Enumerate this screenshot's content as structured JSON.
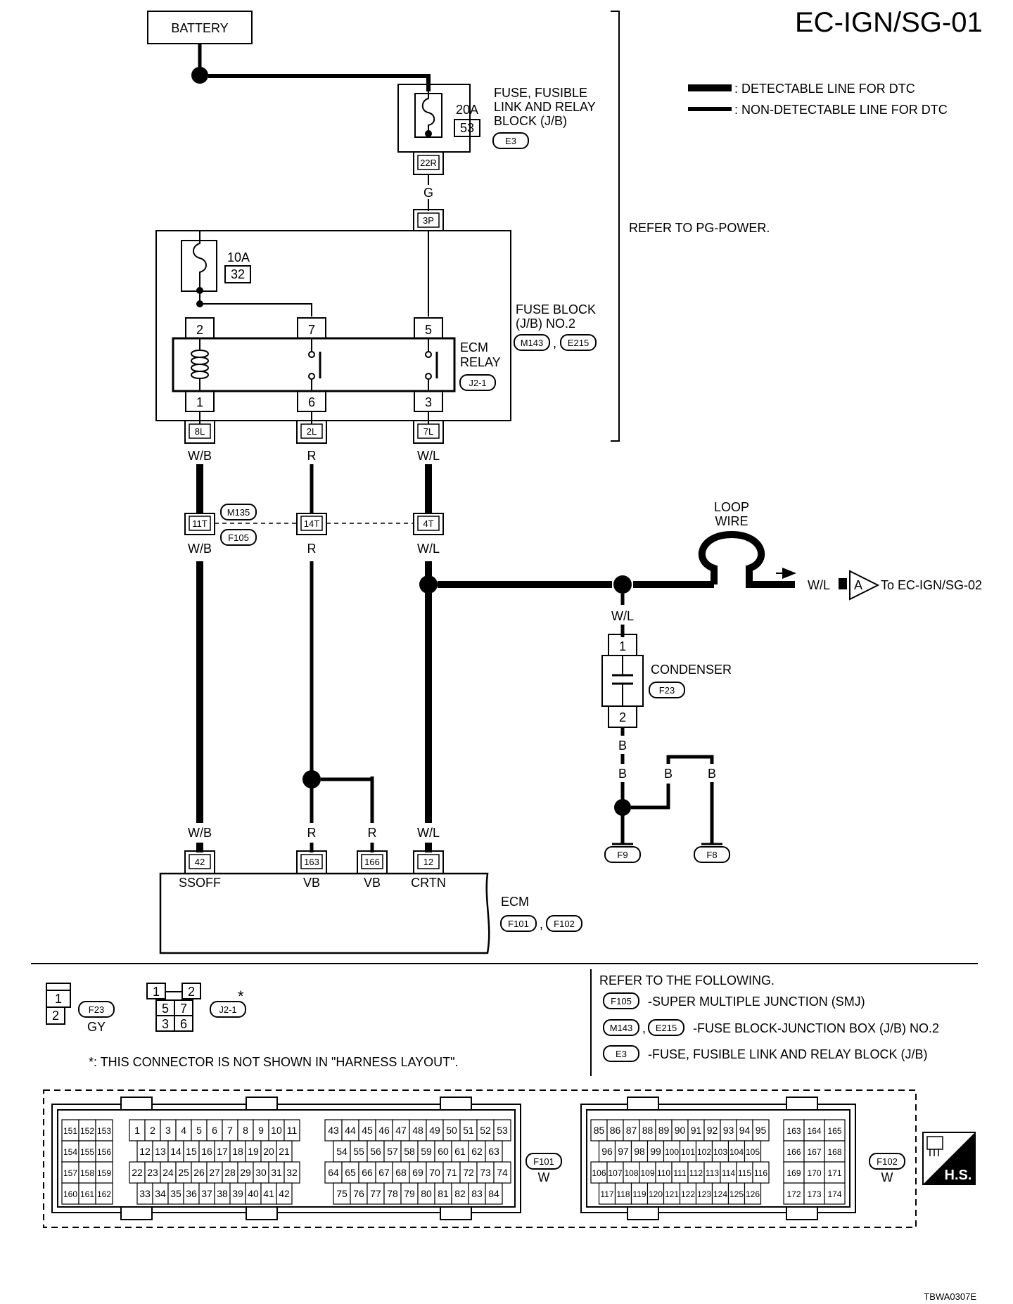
{
  "title": "EC-IGN/SG-01",
  "legend": {
    "detectable": ": DETECTABLE LINE FOR DTC",
    "non_detectable": ": NON-DETECTABLE LINE FOR DTC"
  },
  "battery": "BATTERY",
  "refer_pg": "REFER TO PG-POWER.",
  "fuse_link_block": {
    "lines": [
      "FUSE, FUSIBLE",
      "LINK AND RELAY",
      "BLOCK (J/B)"
    ],
    "connector": "E3",
    "fuse_rating": "20A",
    "fuse_no": "53",
    "terminal": "22R"
  },
  "wire_g": "G",
  "fuse_block2": {
    "lines": [
      "FUSE BLOCK",
      "(J/B) NO.2"
    ],
    "conn1": "M143",
    "conn2": "E215",
    "terminal_top": "3P",
    "fuse_rating": "10A",
    "fuse_no": "32"
  },
  "ecm_relay": {
    "lines": [
      "ECM",
      "RELAY"
    ],
    "connector": "J2-1",
    "pins_top": [
      "2",
      "7",
      "5"
    ],
    "pins_bottom": [
      "1",
      "6",
      "3"
    ]
  },
  "fb_terminals": [
    "8L",
    "2L",
    "7L"
  ],
  "wires_upper": [
    "W/B",
    "R",
    "W/L"
  ],
  "smj": {
    "pins": [
      "11T",
      "14T",
      "4T"
    ],
    "conn1": "M135",
    "conn2": "F105"
  },
  "wires_mid": [
    "W/B",
    "R",
    "W/L"
  ],
  "loop_wire": [
    "LOOP",
    "WIRE"
  ],
  "to_next": {
    "wire": "W/L",
    "connector_letter": "A",
    "label": "To EC-IGN/SG-02"
  },
  "condenser": {
    "label": "CONDENSER",
    "connector": "F23",
    "wire_top": "W/L",
    "pin_top": "1",
    "pin_bottom": "2"
  },
  "ground_wires": [
    "B",
    "B",
    "B",
    "B"
  ],
  "grounds": [
    "F9",
    "F8"
  ],
  "wires_ecm": [
    "W/B",
    "R",
    "R",
    "W/L"
  ],
  "ecm": {
    "label": "ECM",
    "conn1": "F101",
    "conn2": "F102",
    "pins": [
      "42",
      "163",
      "166",
      "12"
    ],
    "pin_names": [
      "SSOFF",
      "VB",
      "VB",
      "CRTN"
    ]
  },
  "connector_views": {
    "f23": {
      "name": "F23",
      "color": "GY",
      "pins": [
        "1",
        "2"
      ]
    },
    "j21": {
      "name": "J2-1",
      "pins": [
        "1",
        "2",
        "5",
        "7",
        "3",
        "6"
      ],
      "star": "*"
    },
    "note": "*: THIS CONNECTOR IS NOT SHOWN IN \"HARNESS LAYOUT\"."
  },
  "refer_following": {
    "heading": "REFER TO THE FOLLOWING.",
    "items": [
      {
        "conns": [
          "F105"
        ],
        "text": "-SUPER MULTIPLE JUNCTION (SMJ)"
      },
      {
        "conns": [
          "M143",
          "E215"
        ],
        "text": "-FUSE BLOCK-JUNCTION BOX (J/B) NO.2"
      },
      {
        "conns": [
          "E3"
        ],
        "text": "-FUSE, FUSIBLE LINK AND RELAY BLOCK (J/B)"
      }
    ]
  },
  "ecm_connectors": {
    "f101": {
      "name": "F101",
      "color": "W",
      "left_rows": [
        [
          "151",
          "152",
          "153"
        ],
        [
          "154",
          "155",
          "156"
        ],
        [
          "157",
          "158",
          "159"
        ],
        [
          "160",
          "161",
          "162"
        ]
      ],
      "mid_rows": [
        [
          "1",
          "2",
          "3",
          "4",
          "5",
          "6",
          "7",
          "8",
          "9",
          "10",
          "11"
        ],
        [
          "12",
          "13",
          "14",
          "15",
          "16",
          "17",
          "18",
          "19",
          "20",
          "21"
        ],
        [
          "22",
          "23",
          "24",
          "25",
          "26",
          "27",
          "28",
          "29",
          "30",
          "31",
          "32"
        ],
        [
          "33",
          "34",
          "35",
          "36",
          "37",
          "38",
          "39",
          "40",
          "41",
          "42"
        ]
      ],
      "right_rows": [
        [
          "43",
          "44",
          "45",
          "46",
          "47",
          "48",
          "49",
          "50",
          "51",
          "52",
          "53"
        ],
        [
          "54",
          "55",
          "56",
          "57",
          "58",
          "59",
          "60",
          "61",
          "62",
          "63"
        ],
        [
          "64",
          "65",
          "66",
          "67",
          "68",
          "69",
          "70",
          "71",
          "72",
          "73",
          "74"
        ],
        [
          "75",
          "76",
          "77",
          "78",
          "79",
          "80",
          "81",
          "82",
          "83",
          "84"
        ]
      ]
    },
    "f102": {
      "name": "F102",
      "color": "W",
      "left_rows": [
        [
          "85",
          "86",
          "87",
          "88",
          "89",
          "90",
          "91",
          "92",
          "93",
          "94",
          "95"
        ],
        [
          "96",
          "97",
          "98",
          "99",
          "100",
          "101",
          "102",
          "103",
          "104",
          "105"
        ],
        [
          "106",
          "107",
          "108",
          "109",
          "110",
          "111",
          "112",
          "113",
          "114",
          "115",
          "116"
        ],
        [
          "117",
          "118",
          "119",
          "120",
          "121",
          "122",
          "123",
          "124",
          "125",
          "126"
        ]
      ],
      "right_rows": [
        [
          "163",
          "164",
          "165"
        ],
        [
          "166",
          "167",
          "168"
        ],
        [
          "169",
          "170",
          "171"
        ],
        [
          "172",
          "173",
          "174"
        ]
      ]
    }
  },
  "hs_label": "H.S.",
  "figure_code": "TBWA0307E"
}
